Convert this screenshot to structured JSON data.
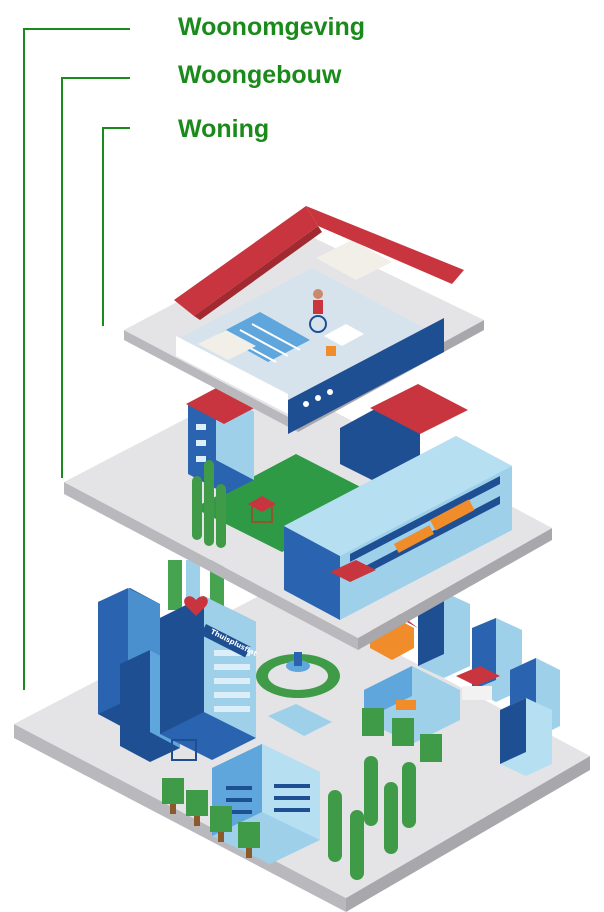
{
  "layers": [
    {
      "label": "Woonomgeving"
    },
    {
      "label": "Woongebouw"
    },
    {
      "label": "Woning"
    }
  ],
  "signs": {
    "apartment": "Thuisplusflat"
  },
  "colors": {
    "accent_green": "#1a8a1a",
    "roof_red": "#c8353e",
    "navy": "#1f4f93",
    "light_blue": "#9fd0ea",
    "platform_top": "#e6e6e8",
    "platform_side": "#bcbcc0",
    "lawn": "#2e9a45",
    "tree_green": "#3f9b48",
    "orange": "#f08c2a"
  }
}
